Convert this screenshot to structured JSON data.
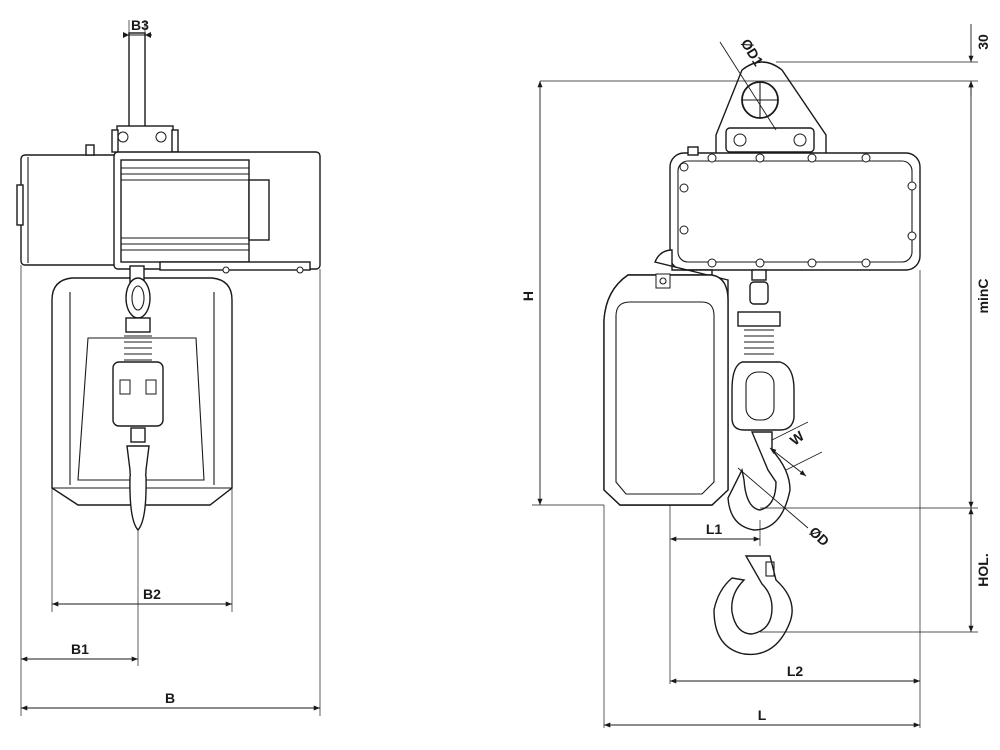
{
  "colors": {
    "ink": "#1a1a1a",
    "paper": "#ffffff"
  },
  "front_view": {
    "labels": {
      "b3": "B3",
      "b2": "B2",
      "b1": "B1",
      "b": "B"
    }
  },
  "side_view": {
    "labels": {
      "d1": "ØD1",
      "thirty": "30",
      "h": "H",
      "minc": "minC",
      "w": "W",
      "d": "ØD",
      "l1": "L1",
      "hol": "HOL.",
      "l2": "L2",
      "l": "L"
    }
  }
}
